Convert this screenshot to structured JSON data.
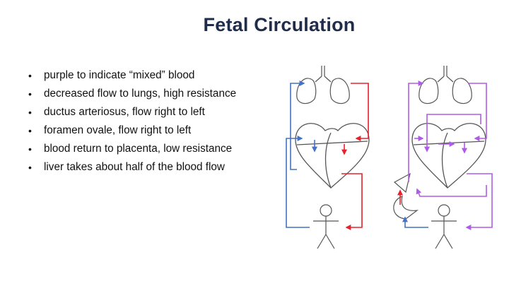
{
  "slide": {
    "title": "Fetal Circulation",
    "bullets": [
      "purple to indicate “mixed” blood",
      "decreased flow to lungs, high resistance",
      "ductus arteriosus, flow right to left",
      "foramen ovale, flow right to left",
      "blood return to placenta, low resistance",
      "liver takes about half of the blood flow"
    ]
  },
  "diagram": {
    "left_panel": "normal-circulation",
    "right_panel": "fetal-circulation",
    "colors": {
      "deoxygenated": "#4472c4",
      "oxygenated": "#e8212b",
      "mixed": "#b05be8",
      "outline": "#555555",
      "title": "#1f2d4b"
    },
    "icons": [
      "lungs-icon",
      "heart-icon",
      "person-icon",
      "liver-icon",
      "placenta-icon"
    ]
  }
}
